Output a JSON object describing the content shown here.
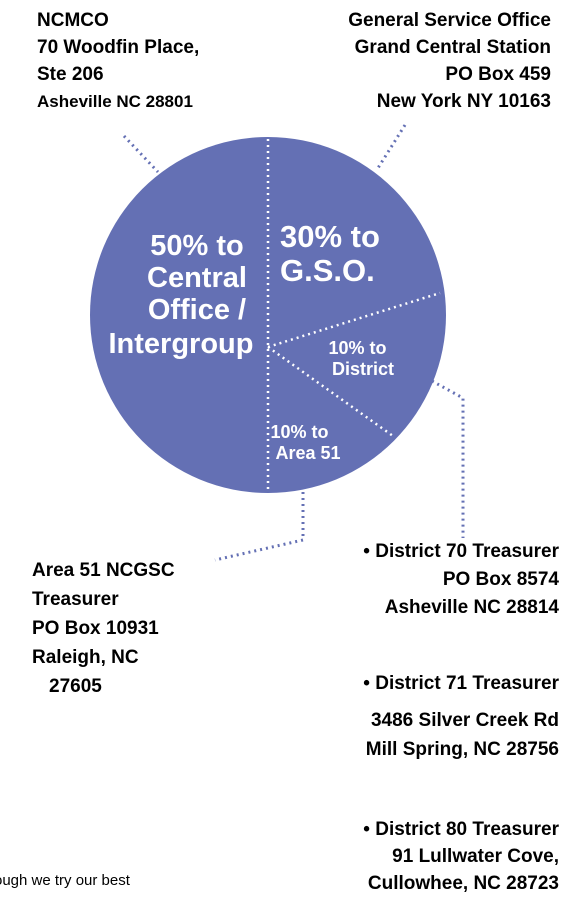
{
  "ncmco": {
    "name": "NCMCO",
    "street": "70 Woodfin Place,",
    "suite": "Ste 206",
    "city": "Asheville NC 28801"
  },
  "gso": {
    "name": "General Service Office",
    "station": "Grand Central Station",
    "box": "PO Box 459",
    "city": "New York NY 10163"
  },
  "area51": {
    "line1": "Area 51 NCGSC",
    "line2": "Treasurer",
    "line3": "PO Box 10931",
    "line4": "Raleigh, NC",
    "line5": "27605"
  },
  "district70": {
    "name": "• District 70 Treasurer",
    "box": "PO Box 8574",
    "city": "Asheville NC 28814"
  },
  "district71": {
    "name": "• District 71 Treasurer",
    "street": "3486 Silver Creek Rd",
    "city": "Mill Spring, NC 28756"
  },
  "district80": {
    "name": "• District 80 Treasurer",
    "street": "91 Lullwater Cove,",
    "city": "Cullowhee, NC 28723"
  },
  "footer": "ough we try our best",
  "colors": {
    "pie": "#6470b4",
    "divider": "#ffffff",
    "leader": "#6470b4"
  },
  "chart_data": {
    "type": "pie",
    "slices": [
      {
        "label": [
          "50% to",
          "Central",
          "Office /",
          "Intergroup"
        ],
        "value": 50
      },
      {
        "label": [
          "30% to",
          "G.S.O."
        ],
        "value": 30
      },
      {
        "label": [
          "10% to",
          "District"
        ],
        "value": 10
      },
      {
        "label": [
          "10% to",
          "Area 51"
        ],
        "value": 10
      }
    ]
  }
}
